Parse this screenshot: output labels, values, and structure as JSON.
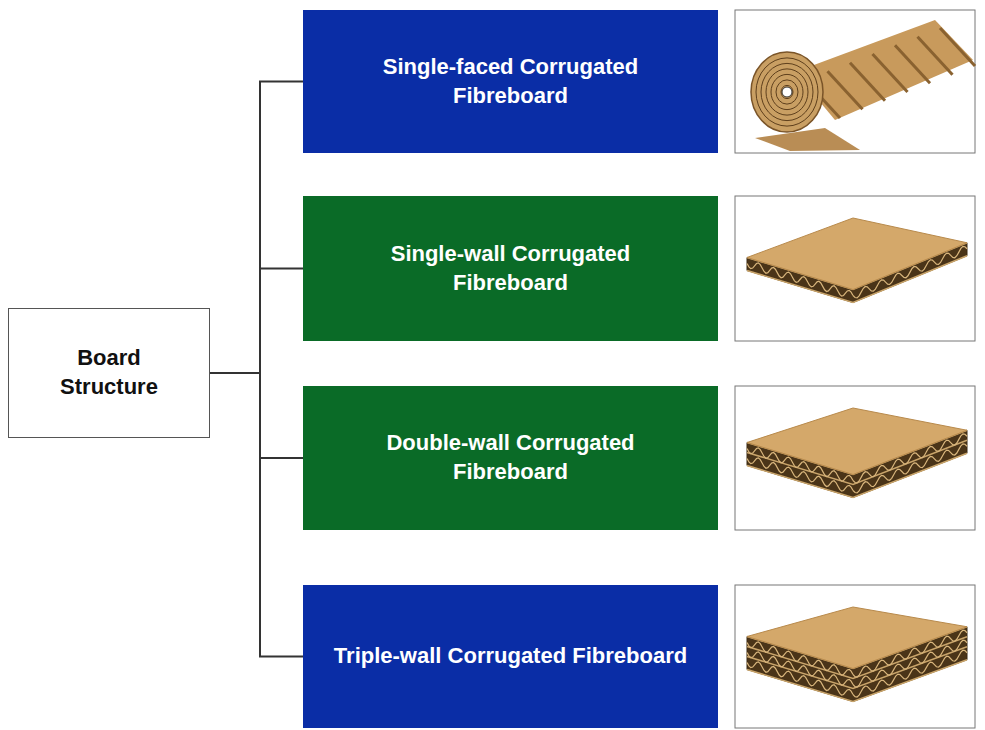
{
  "diagram": {
    "nodes": [
      {
        "text": [
          "Board Structure"
        ]
      },
      {
        "text": [
          "Single-faced Corrugated Fibreboard"
        ]
      },
      {
        "text": [
          "Single-wall Corrugated Fibreboard"
        ]
      },
      {
        "text": [
          "Double-wall Corrugated Fibreboard"
        ]
      },
      {
        "text": [
          "Triple-wall Corrugated Fibreboard"
        ]
      }
    ],
    "edges": [
      {
        "from": 0,
        "to": 1,
        "arrow": "none"
      },
      {
        "from": 0,
        "to": 2,
        "arrow": "none"
      },
      {
        "from": 0,
        "to": 3,
        "arrow": "none"
      },
      {
        "from": 0,
        "to": 4,
        "arrow": "none"
      }
    ]
  }
}
